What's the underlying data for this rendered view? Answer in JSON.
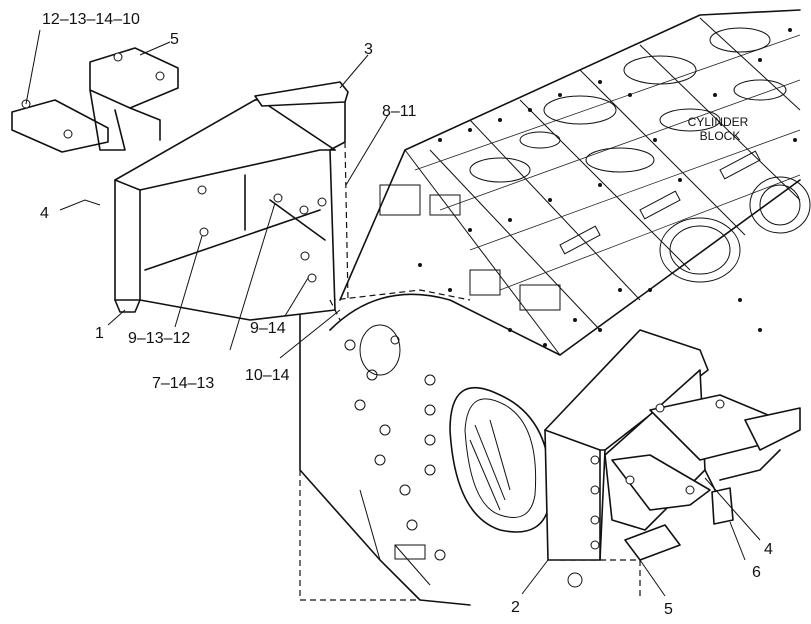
{
  "diagram": {
    "block_label_line1": "CYLINDER",
    "block_label_line2": "BLOCK",
    "callouts": {
      "c_12_13_14_10": "12–13–14–10",
      "c_5_top": "5",
      "c_3": "3",
      "c_8_11": "8–11",
      "c_4_left": "4",
      "c_9_14": "9–14",
      "c_1": "1",
      "c_9_13_12": "9–13–12",
      "c_7_14_13": "7–14–13",
      "c_10_14": "10–14",
      "c_4_right": "4",
      "c_6": "6",
      "c_2": "2",
      "c_5_bottom": "5"
    }
  }
}
